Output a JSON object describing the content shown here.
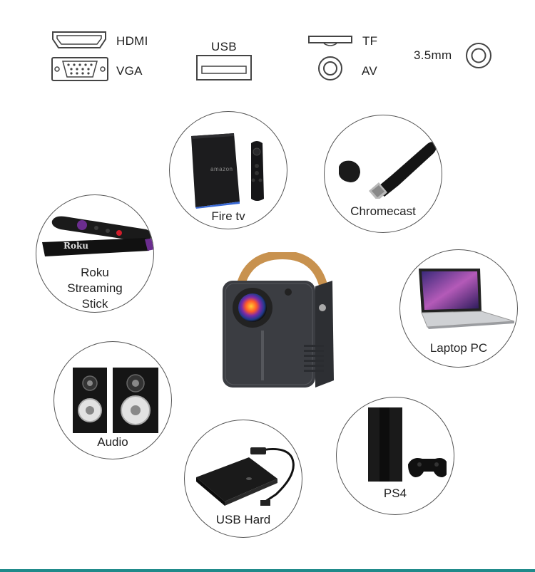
{
  "ports": {
    "hdmi": "HDMI",
    "vga": "VGA",
    "usb": "USB",
    "tf": "TF",
    "av": "AV",
    "audio": "3.5mm"
  },
  "devices": {
    "fire_tv": "Fire tv",
    "fire_tv_box_text": "amazon",
    "chromecast": "Chromecast",
    "roku_line1": "Roku",
    "roku_line2": "Streaming",
    "roku_line3": "Stick",
    "roku_stick_text": "Roku",
    "laptop": "Laptop PC",
    "audio": "Audio",
    "usb_hard": "USB Hard",
    "ps4": "PS4"
  },
  "colors": {
    "accent_bar": "#1f8a8a",
    "roku_purple": "#6b2d8f",
    "projector_body": "#3b3d42",
    "handle": "#c8924f"
  }
}
